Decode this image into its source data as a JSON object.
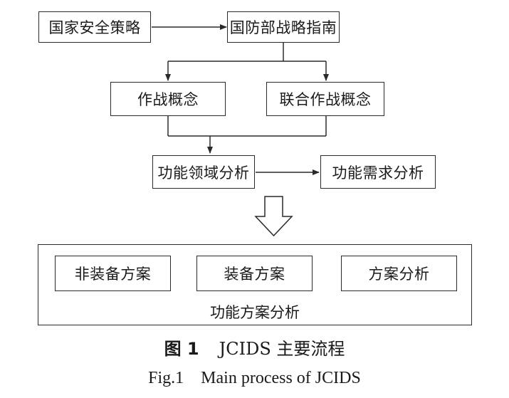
{
  "nodes": {
    "national_security_strategy": "国家安全策略",
    "defense_strategy_guide": "国防部战略指南",
    "operational_concept": "作战概念",
    "joint_operational_concept": "联合作战概念",
    "functional_area_analysis": "功能领域分析",
    "functional_needs_analysis": "功能需求分析",
    "non_materiel_solution": "非装备方案",
    "materiel_solution": "装备方案",
    "solution_analysis": "方案分析"
  },
  "group": {
    "label": "功能方案分析"
  },
  "caption": {
    "cn_fig_no": "图 1",
    "cn_title": "JCIDS 主要流程",
    "en_fig_no": "Fig.1",
    "en_title": "Main process of JCIDS"
  },
  "colors": {
    "line": "#2a2a2a",
    "text": "#1a1a1a",
    "background": "#ffffff"
  },
  "icons": {
    "big_arrow": "hollow-down-arrow-icon"
  }
}
